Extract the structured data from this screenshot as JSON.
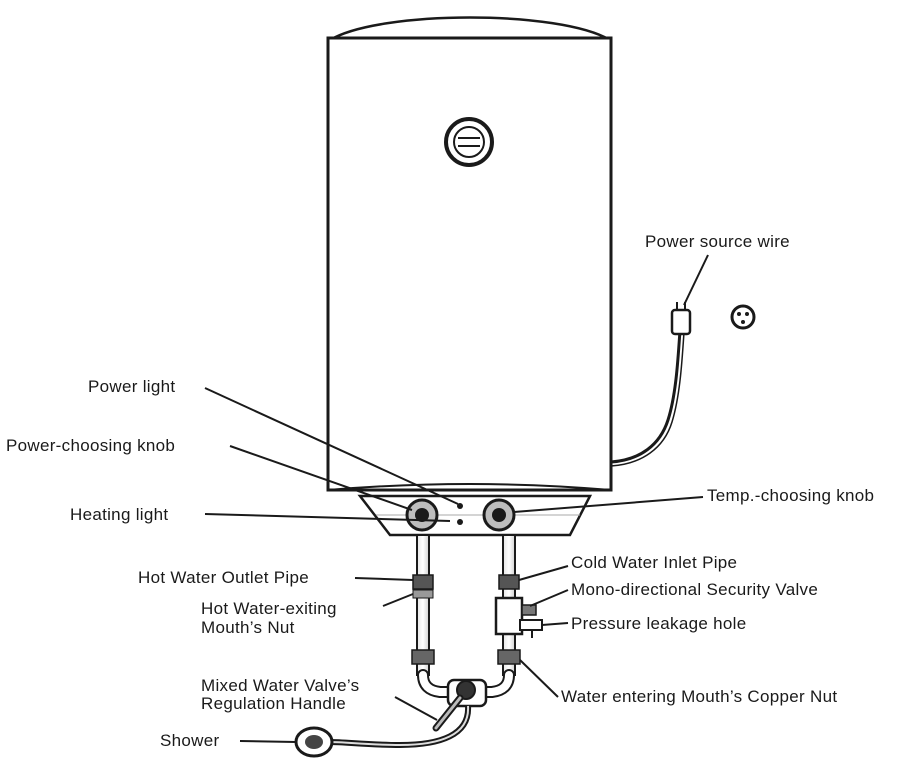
{
  "diagram": {
    "labels": {
      "power_source_wire": "Power source wire",
      "power_light": "Power light",
      "power_choosing_knob": "Power-choosing knob",
      "temp_choosing_knob": "Temp.-choosing knob",
      "heating_light": "Heating light",
      "cold_water_inlet_pipe": "Cold Water Inlet Pipe",
      "hot_water_outlet_pipe": "Hot Water Outlet Pipe",
      "mono_directional_security_valve": "Mono-directional Security Valve",
      "hot_water_exiting_nut_line1": "Hot Water-exiting",
      "hot_water_exiting_nut_line2": "Mouth’s Nut",
      "pressure_leakage_hole": "Pressure leakage hole",
      "mixed_valve_handle_line1": "Mixed Water Valve’s",
      "mixed_valve_handle_line2": "Regulation Handle",
      "water_entering_copper_nut": "Water entering Mouth’s Copper Nut",
      "shower": "Shower"
    },
    "colors": {
      "ink": "#1a1a1a",
      "tank_fill": "#ffffff",
      "shade": "#cfcfcf"
    }
  }
}
